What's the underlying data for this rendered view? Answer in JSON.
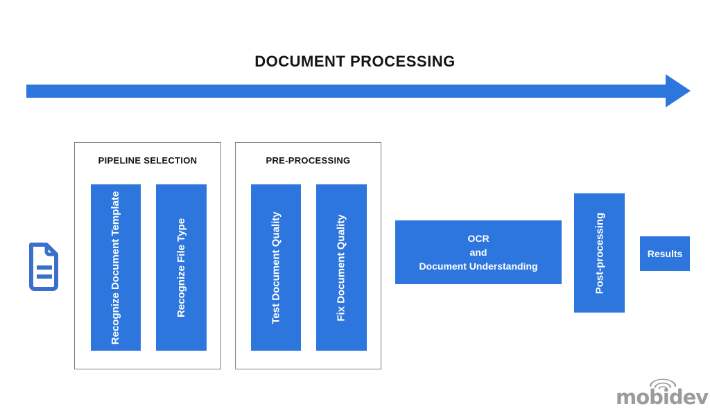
{
  "title": "DOCUMENT PROCESSING",
  "colors": {
    "accent_blue": "#2d76dd",
    "icon_blue": "#3a70cc",
    "box_border_gray": "#7e7e7e",
    "logo_gray": "#9b9b9b",
    "title_black": "#141414"
  },
  "groups": [
    {
      "label": "PIPELINE SELECTION",
      "steps": [
        "Recognize Document Template",
        "Recognize File Type"
      ]
    },
    {
      "label": "PRE-PROCESSING",
      "steps": [
        "Test Document Quality",
        "Fix Document Quality"
      ]
    }
  ],
  "ocr_box": {
    "lines": [
      "OCR",
      "and",
      "Document Understanding"
    ]
  },
  "post_processing_label": "Post-processing",
  "results_label": "Results",
  "logo_text": "mobidev"
}
